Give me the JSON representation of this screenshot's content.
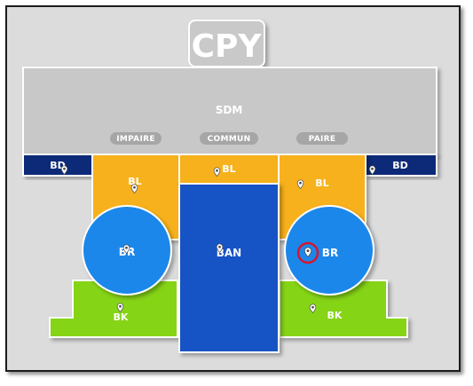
{
  "title": "CPY",
  "zones": {
    "sdm": "SDM",
    "pill_left": "IMPAIRE",
    "pill_center": "COMMUN",
    "pill_right": "PAIRE",
    "bd_left": "BD",
    "bd_right": "BD",
    "bl_left": "BL",
    "bl_center": "BL",
    "bl_right": "BL",
    "br_left": "BR",
    "br_right": "BR",
    "ban": "BAN",
    "bk_left": "BK",
    "bk_right": "BK"
  },
  "colors": {
    "background": "#dcdcdc",
    "sdm": "#c8c8c8",
    "title_box": "#c9c9c9",
    "pill": "#a6a6a6",
    "bd": "#0d2a78",
    "bl": "#f7b11c",
    "ban": "#1352c4",
    "br": "#1d87ea",
    "bk": "#86d417",
    "highlight_ring": "#d4172f"
  },
  "icons": {
    "location_pin": "map-pin-icon"
  },
  "selected_pin": "br-right"
}
